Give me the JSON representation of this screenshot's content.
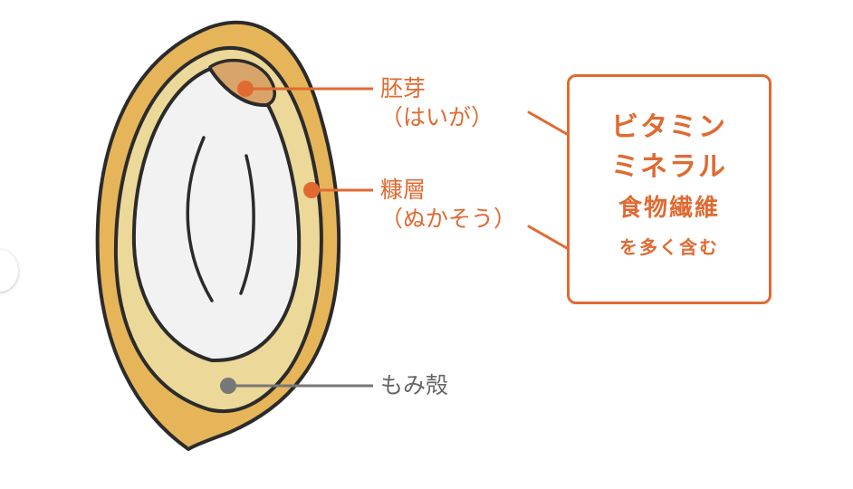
{
  "labels": {
    "germ": {
      "name": "胚芽",
      "reading": "（はいが）"
    },
    "bran": {
      "name": "糠層",
      "reading": "（ぬかそう）"
    },
    "husk": {
      "name": "もみ殻"
    }
  },
  "callout": {
    "line1": "ビタミン",
    "line2": "ミネラル",
    "line3": "食物繊維",
    "line4": "を多く含む"
  },
  "colors": {
    "accent": "#e06a32",
    "husk": "#e6b55a",
    "bran": "#ecd898",
    "endosperm": "#f2f2f2",
    "germ": "#d9a46a",
    "outline": "#2b2b2b",
    "husk_leader": "#777777"
  }
}
